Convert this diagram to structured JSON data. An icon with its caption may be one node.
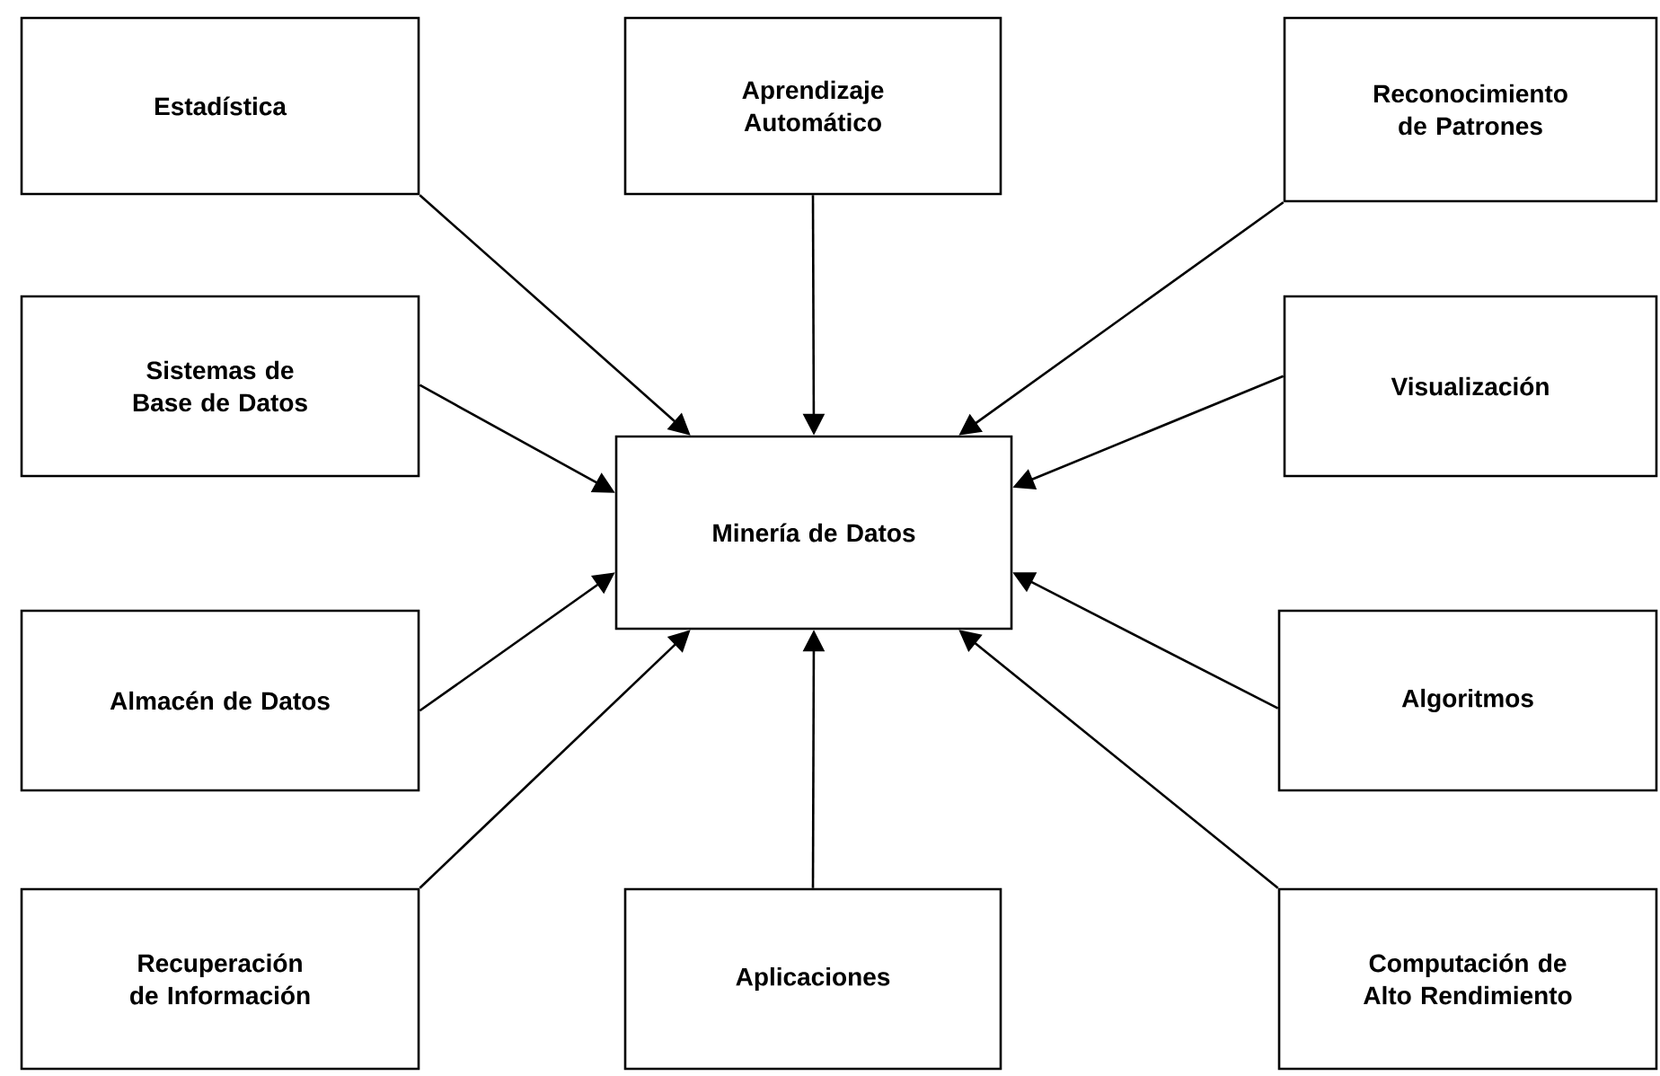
{
  "diagram": {
    "nodes": [
      {
        "text": [
          "Estadística"
        ]
      },
      {
        "text": [
          "Aprendizaje Automático"
        ]
      },
      {
        "text": [
          "Reconocimiento de Patrones"
        ]
      },
      {
        "text": [
          "Sistemas de Base de Datos"
        ]
      },
      {
        "text": [
          "Visualización"
        ]
      },
      {
        "text": [
          "Minería de Datos"
        ]
      },
      {
        "text": [
          "Almacén de Datos"
        ]
      },
      {
        "text": [
          "Algoritmos"
        ]
      },
      {
        "text": [
          "Recuperación de Información"
        ]
      },
      {
        "text": [
          "Aplicaciones"
        ]
      },
      {
        "text": [
          "Computación de Alto Rendimiento"
        ]
      }
    ],
    "edges": [
      {
        "from": 0,
        "to": 5,
        "arrow": "to"
      },
      {
        "from": 1,
        "to": 5,
        "arrow": "to"
      },
      {
        "from": 2,
        "to": 5,
        "arrow": "to"
      },
      {
        "from": 3,
        "to": 5,
        "arrow": "to"
      },
      {
        "from": 4,
        "to": 5,
        "arrow": "to"
      },
      {
        "from": 6,
        "to": 5,
        "arrow": "to"
      },
      {
        "from": 7,
        "to": 5,
        "arrow": "to"
      },
      {
        "from": 8,
        "to": 5,
        "arrow": "to"
      },
      {
        "from": 9,
        "to": 5,
        "arrow": "to"
      },
      {
        "from": 10,
        "to": 5,
        "arrow": "to"
      }
    ]
  }
}
